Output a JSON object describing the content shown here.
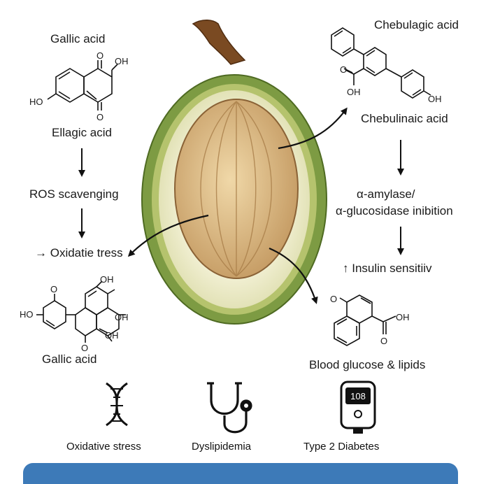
{
  "labels": {
    "gallic_top": "Gallic acid",
    "ellagic": "Ellagic acid",
    "ros": "ROS scavenging",
    "oxidative_small": "→ Oxidatie tress",
    "gallic_bottom": "Gallic acid",
    "chebulagic": "Chebulagic acid",
    "chebulinic": "Chebulinaic acid",
    "amylase_1": "α-amylase/",
    "amylase_2": "α-glucosidase inibition",
    "insulin": "↑ Insulin sensitiiv",
    "blood": "Blood glucose & lipids"
  },
  "molecule_labels": {
    "ho": "HO",
    "oh": "OH",
    "o": "O"
  },
  "conditions": [
    {
      "label": "Oxidative stress",
      "icon": "dna-icon"
    },
    {
      "label": "Dyslipidemia",
      "icon": "stethoscope-icon"
    },
    {
      "label": "Type 2 Diabetes",
      "icon": "glucometer-icon"
    }
  ],
  "glucometer_reading": "108",
  "colors": {
    "fruit_skin": "#6f8f3a",
    "fruit_flesh": "#e9e6c4",
    "seed": "#d9b886",
    "stem": "#7a4a22",
    "bar": "#3d7ab8"
  }
}
